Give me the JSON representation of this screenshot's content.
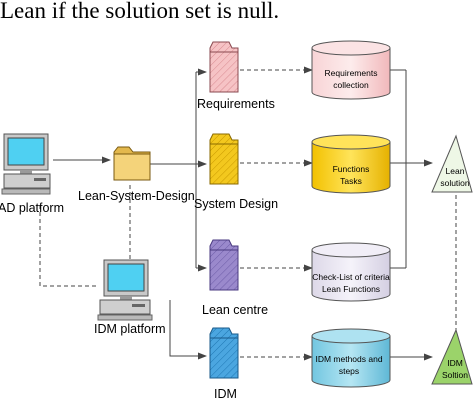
{
  "caption": "Lean if the solution set is null.",
  "nodes": {
    "cad_platform": {
      "label": "AD platform",
      "icon": "computer-icon"
    },
    "lean_system_design": {
      "label": "Lean-System-Design",
      "icon": "folder-icon"
    },
    "idm_platform": {
      "label": "IDM platform",
      "icon": "computer-icon"
    },
    "requirements": {
      "label": "Requirements",
      "icon": "document-folder-icon",
      "color": "#f4b6b9"
    },
    "system_design": {
      "label": "System Design",
      "icon": "document-folder-icon",
      "color": "#f1c40f"
    },
    "lean_centre": {
      "label": "Lean centre",
      "icon": "document-folder-icon",
      "color": "#8e7cc3"
    },
    "idm": {
      "label": "IDM",
      "icon": "document-folder-icon",
      "color": "#4aa3df"
    }
  },
  "databases": {
    "requirements_collection": {
      "line1": "Requirements",
      "line2": "collection",
      "color": "#f4b6b9"
    },
    "functions_tasks": {
      "line1": "Functions",
      "line2": "Tasks",
      "color": "#f1c40f"
    },
    "checklist": {
      "line1": "Check-List of criteria",
      "line2": "Lean Functions",
      "color": "#e7e4ef"
    },
    "idm_methods": {
      "line1": "IDM methods and",
      "line2": "steps",
      "color": "#8fd3e8"
    }
  },
  "outputs": {
    "lean_solution": {
      "line1": "Lean",
      "line2": "solution",
      "color": "#eef7e6"
    },
    "idm_solution": {
      "line1": "IDM",
      "line2": "Soltion",
      "color": "#9bd36a"
    }
  }
}
